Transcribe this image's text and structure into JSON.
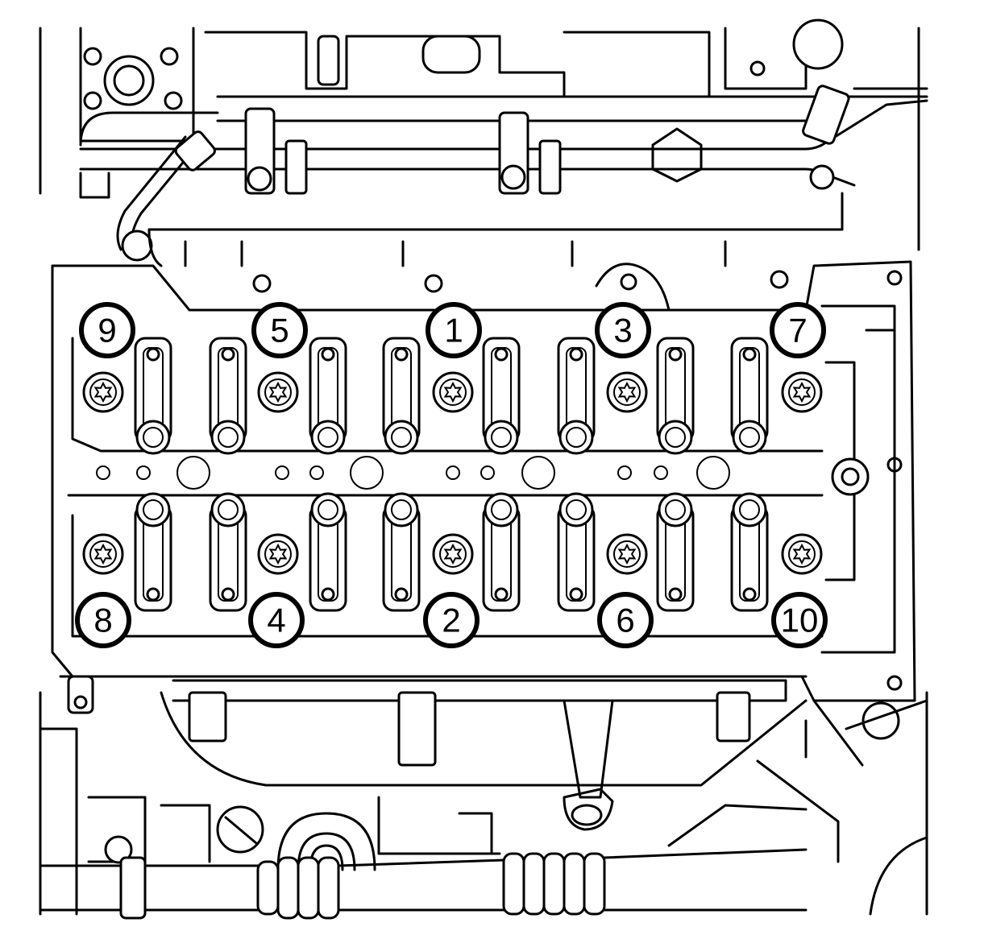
{
  "figure": {
    "subject": "Cylinder head bolt tightening sequence",
    "colors": {
      "line": "#000000",
      "background": "#ffffff"
    }
  },
  "callouts": [
    {
      "id": "c1",
      "label": "1"
    },
    {
      "id": "c2",
      "label": "2"
    },
    {
      "id": "c3",
      "label": "3"
    },
    {
      "id": "c4",
      "label": "4"
    },
    {
      "id": "c5",
      "label": "5"
    },
    {
      "id": "c6",
      "label": "6"
    },
    {
      "id": "c7",
      "label": "7"
    },
    {
      "id": "c8",
      "label": "8"
    },
    {
      "id": "c9",
      "label": "9"
    },
    {
      "id": "c10",
      "label": "10"
    }
  ],
  "bolt_icon": "torx-bolt-icon",
  "rocker_icon": "roller-rocker-arm-icon"
}
